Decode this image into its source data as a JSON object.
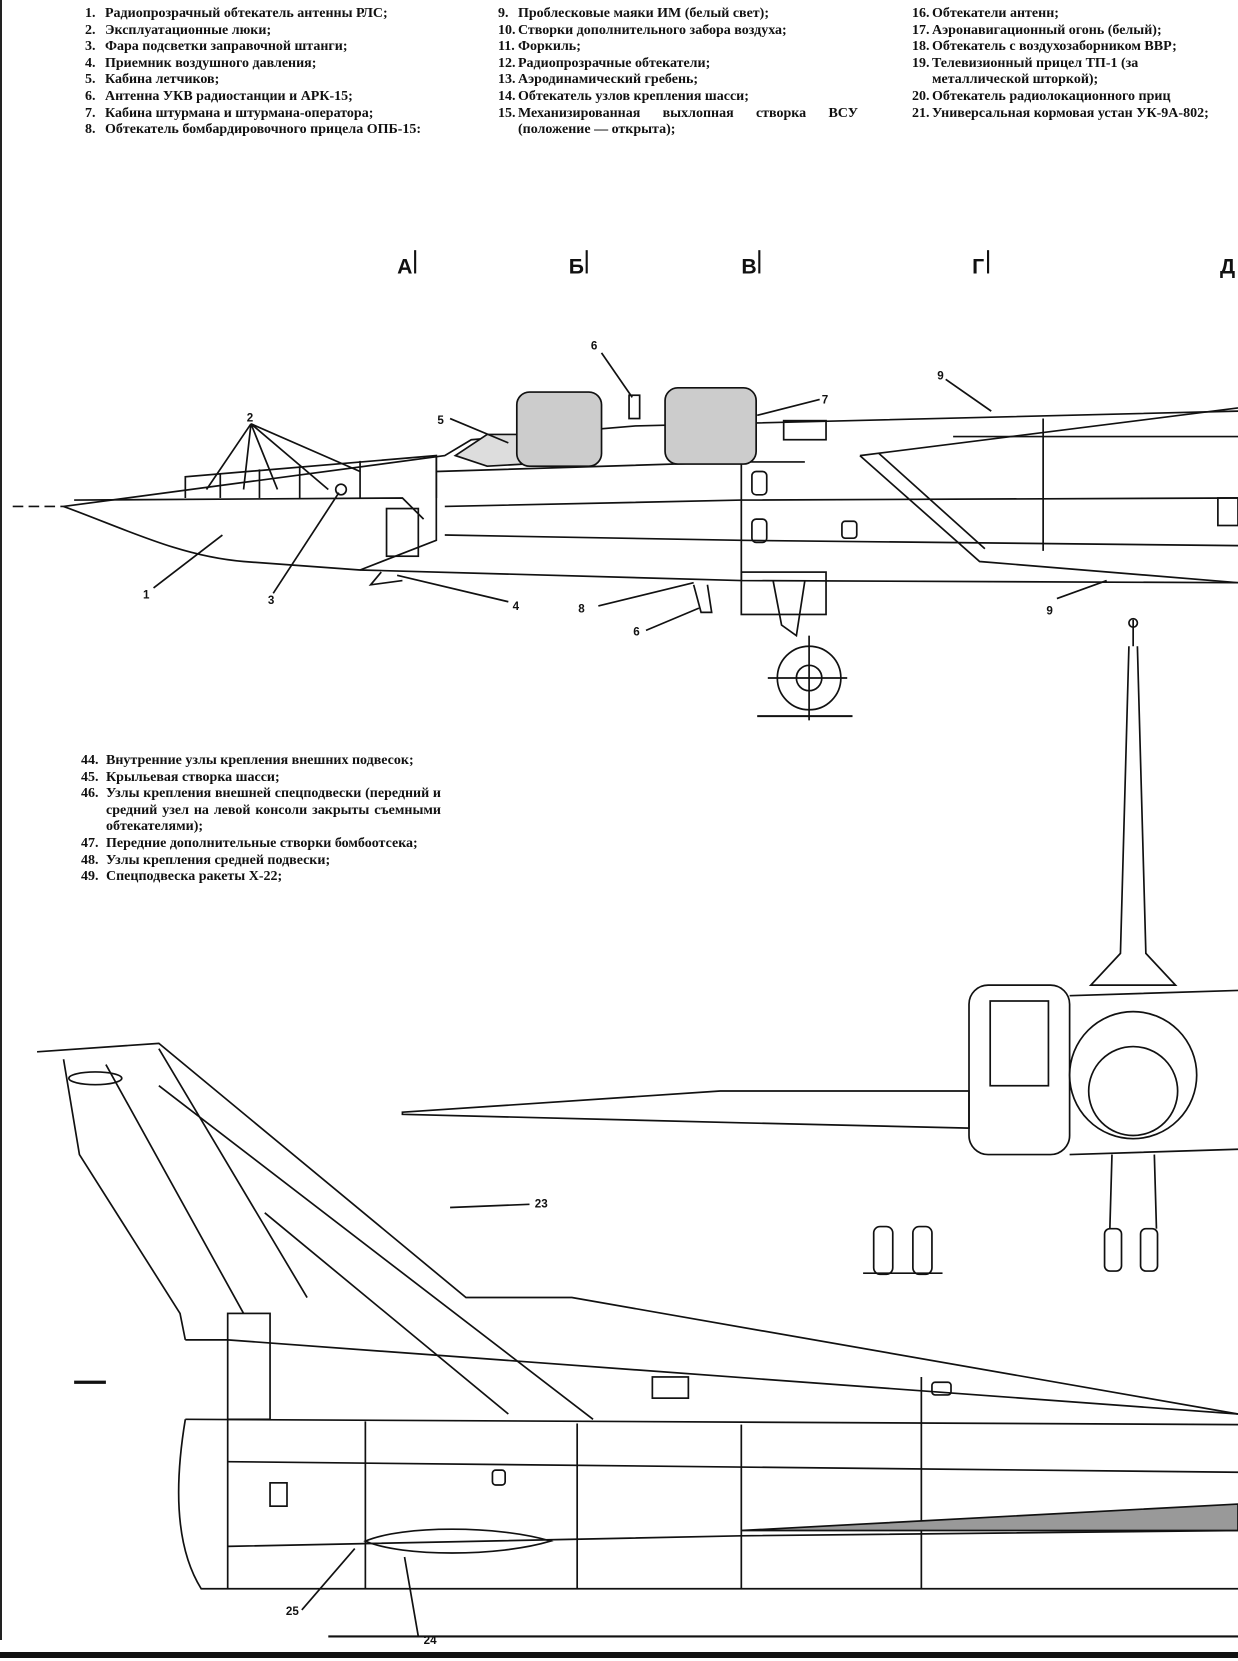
{
  "legend_top_left": [
    {
      "num": "1.",
      "text": "Радиопрозрачный обтекатель антенны РЛС;"
    },
    {
      "num": "2.",
      "text": "Эксплуатационные люки;"
    },
    {
      "num": "3.",
      "text": "Фара подсветки заправочной штанги;"
    },
    {
      "num": "4.",
      "text": "Приемник воздушного давления;"
    },
    {
      "num": "5.",
      "text": "Кабина летчиков;"
    },
    {
      "num": "6.",
      "text": "Антенна УКВ радиостанции и АРК-15;"
    },
    {
      "num": "7.",
      "text": "Кабина штурмана и штурмана-оператора;"
    },
    {
      "num": "8.",
      "text": "Обтекатель бомбардировочного прицела ОПБ-15:"
    }
  ],
  "legend_top_middle": [
    {
      "num": "9.",
      "text": "Проблесковые маяки ИМ (белый свет);"
    },
    {
      "num": "10.",
      "text": "Створки дополнительного забора воздуха;"
    },
    {
      "num": "11.",
      "text": "Форкиль;"
    },
    {
      "num": "12.",
      "text": "Радиопрозрачные обтекатели;"
    },
    {
      "num": "13.",
      "text": "Аэродинамический гребень;"
    },
    {
      "num": "14.",
      "text": "Обтекатель узлов крепления шасси;"
    },
    {
      "num": "15.",
      "text": "Механизированная выхлопная створка ВСУ (положение — открыта);"
    }
  ],
  "legend_top_right": [
    {
      "num": "16.",
      "text": "Обтекатели антенн;"
    },
    {
      "num": "17.",
      "text": "Аэронавигационный огонь (белый);"
    },
    {
      "num": "18.",
      "text": "Обтекатель с воздухозаборником ВВР;"
    },
    {
      "num": "19.",
      "text": "Телевизионный прицел ТП-1 (за"
    },
    {
      "num": "",
      "text": "металлической шторкой);"
    },
    {
      "num": "20.",
      "text": "Обтекатель радиолокационного приц"
    },
    {
      "num": "21.",
      "text": "Универсальная кормовая устан УК-9А-802;"
    }
  ],
  "legend_middle": [
    {
      "num": "44.",
      "text": "Внутренние узлы крепления внешних подвесок;"
    },
    {
      "num": "45.",
      "text": "Крыльевая створка шасси;"
    },
    {
      "num": "46.",
      "text": "Узлы крепления внешней спецподвески (передний и средний узел на левой консоли закрыты съемными обтекателями);"
    },
    {
      "num": "47.",
      "text": "Передние дополнительные створки бомбоотсека;"
    },
    {
      "num": "48.",
      "text": "Узлы крепления средней подвески;"
    },
    {
      "num": "49.",
      "text": "Спецподвеска ракеты Х-22;"
    }
  ],
  "stations": [
    "А",
    "Б",
    "В",
    "Г",
    "Д"
  ],
  "callouts": {
    "c1": "1",
    "c2": "2",
    "c3": "3",
    "c4": "4",
    "c5": "5",
    "c6a": "6",
    "c6b": "6",
    "c7": "7",
    "c8": "8",
    "c9a": "9",
    "c9b": "9",
    "c23": "23",
    "c24": "24",
    "c25": "25"
  }
}
